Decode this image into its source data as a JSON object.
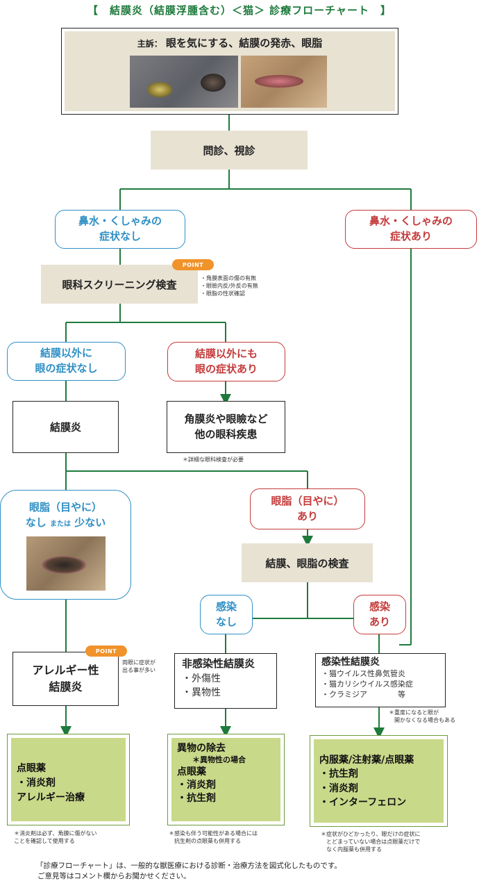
{
  "title": "【　結膜炎（結膜浮腫含む）＜猫＞ 診療フローチャート　】",
  "chief_complaint": {
    "label": "主訴：",
    "text": "眼を気にする、結膜の発赤、眼脂"
  },
  "nodes": {
    "interview": "問診、視診",
    "no_nasal_l1": "鼻水・くしゃみの",
    "no_nasal_l2": "症状なし",
    "nasal_l1": "鼻水・くしゃみの",
    "nasal_l2": "症状あり",
    "screening": "眼科スクリーニング検査",
    "screening_notes": [
      "・角膜表面の傷の有無",
      "・眼瞼内反/外反の有無",
      "・眼脂の性状確認"
    ],
    "no_other_l1": "結膜以外に",
    "no_other_l2": "眼の症状なし",
    "other_l1": "結膜以外にも",
    "other_l2": "眼の症状あり",
    "conjunctivitis": "結膜炎",
    "other_disease_l1": "角膜炎や眼瞼など",
    "other_disease_l2": "他の眼科疾患",
    "other_disease_note": "＊詳細な眼科検査が必要",
    "discharge_none_l1": "眼脂（目やに）",
    "discharge_none_l2a": "なし",
    "discharge_none_l2b": "または",
    "discharge_none_l2c": "少ない",
    "discharge_yes_l1": "眼脂（目やに）",
    "discharge_yes_l2": "あり",
    "exam": "結膜、眼脂の検査",
    "infect_no_l1": "感染",
    "infect_no_l2": "なし",
    "infect_yes_l1": "感染",
    "infect_yes_l2": "あり",
    "allergic_l1": "アレルギー性",
    "allergic_l2": "結膜炎",
    "allergic_note_l1": "両眼に症状が",
    "allergic_note_l2": "出る事が多い",
    "noninfect_title": "非感染性結膜炎",
    "noninfect_items": [
      "・外傷性",
      "・異物性"
    ],
    "infect_title": "感染性結膜炎",
    "infect_items": [
      "・猫ウイルス性鼻気管炎",
      "・猫カリシウイルス感染症",
      "・クラミジア　　　　等"
    ],
    "infect_note_l1": "＊重度になると眼が",
    "infect_note_l2": "開かなくなる場合もある",
    "point": "POINT"
  },
  "treatments": {
    "allergic": [
      "点眼薬",
      "・消炎剤",
      "アレルギー治療"
    ],
    "allergic_note": [
      "＊消炎剤は必ず、角膜に傷がない",
      "ことを確認して使用する"
    ],
    "noninfect_l1": "異物の除去",
    "noninfect_l2": "＊異物性の場合",
    "noninfect_l3": "点眼薬",
    "noninfect_l4": "・消炎剤",
    "noninfect_l5": "・抗生剤",
    "noninfect_note": [
      "＊感染も伴う可能性がある場合には",
      "抗生剤の点眼薬も併用する"
    ],
    "infect": [
      "内服薬/注射薬/点眼薬",
      "・抗生剤",
      "・消炎剤",
      "・インターフェロン"
    ],
    "infect_note": [
      "＊症状がひどかったり、眼だけの症状に",
      "とどまっていない場合は点眼薬だけで",
      "なく内服薬も併用する"
    ]
  },
  "footer": [
    "「診療フローチャート」は、一般的な獣医療における診断・治療方法を図式化したものです。",
    "ご意見等はコメント欄からお聞かせください。"
  ],
  "colors": {
    "line": "#1e7a3c",
    "blue": "#2f8fc4",
    "red": "#c43a3a",
    "tan": "#e8e2d3",
    "green": "#c9d98a",
    "point": "#f0932b"
  }
}
